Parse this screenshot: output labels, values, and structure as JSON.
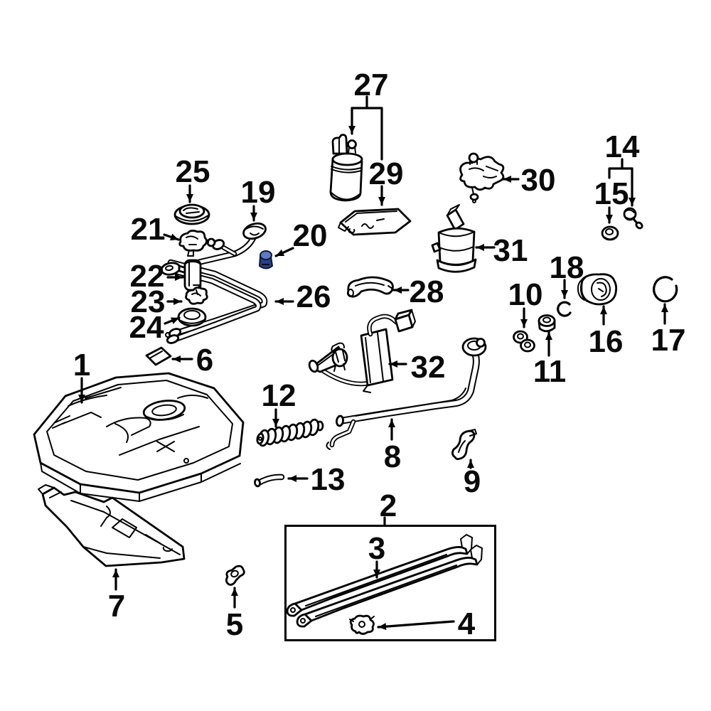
{
  "diagram": {
    "background": "#ffffff",
    "line_color": "#000000",
    "label_color": "#0a0a0a"
  },
  "colors": {
    "clip_body": "#24418e",
    "clip_top": "#5b7cc4"
  },
  "labels": {
    "n1": "1",
    "n2": "2",
    "n3": "3",
    "n4": "4",
    "n5": "5",
    "n6": "6",
    "n7": "7",
    "n8": "8",
    "n9": "9",
    "n10": "10",
    "n11": "11",
    "n12": "12",
    "n13": "13",
    "n14": "14",
    "n15": "15",
    "n16": "16",
    "n17": "17",
    "n18": "18",
    "n19": "19",
    "n20": "20",
    "n21": "21",
    "n22": "22",
    "n23": "23",
    "n24": "24",
    "n25": "25",
    "n26": "26",
    "n27": "27",
    "n28": "28",
    "n29": "29",
    "n30": "30",
    "n31": "31",
    "n32": "32"
  }
}
